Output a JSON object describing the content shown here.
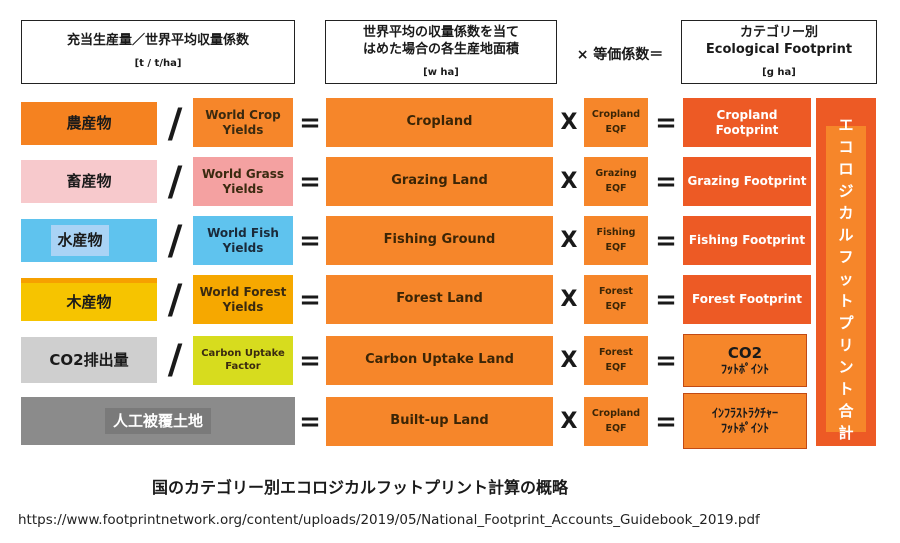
{
  "header": {
    "col1_title": "充当生産量／世界平均収量係数",
    "col1_unit": "[t / t/ha]",
    "col2_title_line1": "世界平均の収量係数を当て",
    "col2_title_line2": "はめた場合の各生産地面積",
    "col2_unit": "[w ha]",
    "op_text": "× 等価係数＝",
    "col4_title_line1": "カテゴリー別",
    "col4_title_line2": "Ecological Footprint",
    "col4_unit": "[g ha]"
  },
  "colors": {
    "nousan": "#f58220",
    "chikusan": "#f7c9cc",
    "suisan": "#5fc3ee",
    "suisan_label": "#a9d3f5",
    "mokusan": "#f6c400",
    "co2": "#cfcfcf",
    "jinkou": "#8b8b8b",
    "land": "#f6862a",
    "footprint": "#ed5a25"
  },
  "rows": [
    {
      "category": "農産物",
      "yield_line1": "World Crop",
      "yield_line2": "Yields",
      "land": "Cropland",
      "eqf_line1": "Cropland",
      "eqf_line2": "EQF",
      "fp_line1": "Cropland",
      "fp_line2": "Footprint"
    },
    {
      "category": "畜産物",
      "yield_line1": "World Grass",
      "yield_line2": "Yields",
      "land": "Grazing Land",
      "eqf_line1": "Grazing",
      "eqf_line2": "EQF",
      "fp_line1": "Grazing Footprint",
      "fp_line2": ""
    },
    {
      "category": "水産物",
      "yield_line1": "World Fish",
      "yield_line2": "Yields",
      "land": "Fishing Ground",
      "eqf_line1": "Fishing",
      "eqf_line2": "EQF",
      "fp_line1": "Fishing Footprint",
      "fp_line2": ""
    },
    {
      "category": "木産物",
      "yield_line1": "World Forest",
      "yield_line2": "Yields",
      "land": "Forest Land",
      "eqf_line1": "Forest",
      "eqf_line2": "EQF",
      "fp_line1": "Forest Footprint",
      "fp_line2": ""
    },
    {
      "category": "CO2排出量",
      "yield_line1": "Carbon Uptake",
      "yield_line2": "Factor",
      "land": "Carbon Uptake Land",
      "eqf_line1": "Forest",
      "eqf_line2": "EQF",
      "fp_line1": "CO2",
      "fp_line2": "ﾌｯﾄﾎﾟｲﾝﾄ"
    },
    {
      "category": "人工被覆土地",
      "land": "Built-up Land",
      "eqf_line1": "Cropland",
      "eqf_line2": "EQF",
      "fp_line1": "ｲﾝﾌﾗｽﾄﾗｸﾁｬｰ",
      "fp_line2": "ﾌｯﾄﾎﾟｲﾝﾄ"
    }
  ],
  "operators": {
    "slash": "/",
    "equals": "=",
    "times": "X"
  },
  "total_chars": [
    "エ",
    "コ",
    "ロ",
    "ジ",
    "カ",
    "ル",
    "フ",
    "ッ",
    "ト",
    "プ",
    "リ",
    "ン",
    "ト",
    "合",
    "計"
  ],
  "caption": "国のカテゴリー別エコロジカルフットプリント計算の概略",
  "source_url": "https://www.footprintnetwork.org/content/uploads/2019/05/National_Footprint_Accounts_Guidebook_2019.pdf"
}
